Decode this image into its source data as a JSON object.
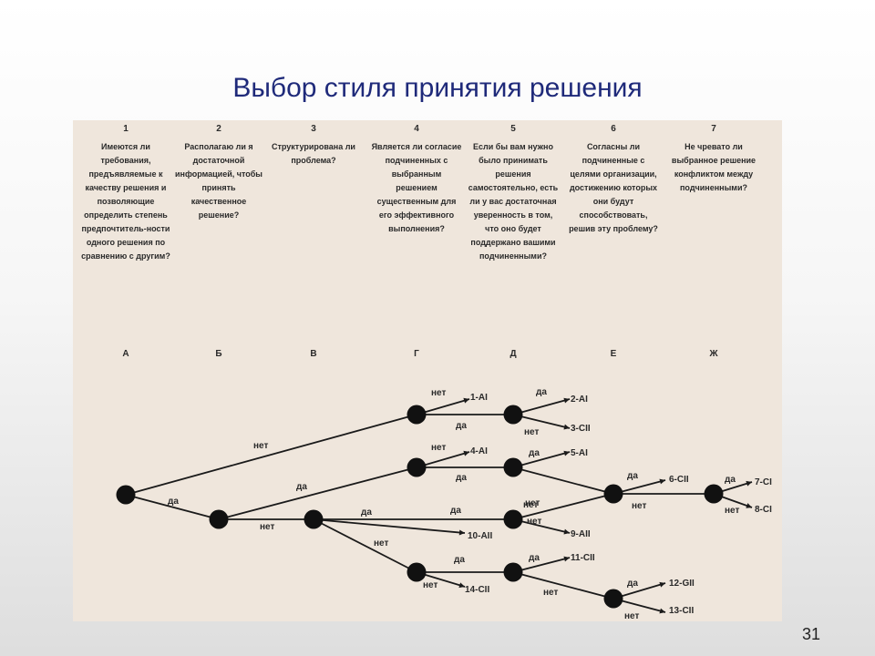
{
  "title": "Выбор стиля принятия решения",
  "slide_number": "31",
  "questions": [
    {
      "num": "1",
      "text": "Имеются ли требования, предъявляемые к качеству решения и позволяющие определить степень предпочтитель-ности одного решения по сравнению с другим?"
    },
    {
      "num": "2",
      "text": "Располагаю ли я достаточной информацией, чтобы принять качественное решение?"
    },
    {
      "num": "3",
      "text": "Структурирована ли проблема?"
    },
    {
      "num": "4",
      "text": "Является ли согласие подчиненных с выбранным решением существенным для его эффективного выполнения?"
    },
    {
      "num": "5",
      "text": "Если бы вам нужно было принимать решения самостоятельно, есть ли у вас достаточная уверенность в том, что оно будет поддержано вашими подчиненными?"
    },
    {
      "num": "6",
      "text": "Согласны ли подчиненные с целями организации, достижению которых они будут способствовать, решив эту проблему?"
    },
    {
      "num": "7",
      "text": "Не чревато ли выбранное решение конфликтом между подчиненными?"
    }
  ],
  "columns": [
    "А",
    "Б",
    "В",
    "Г",
    "Д",
    "Е",
    "Ж"
  ],
  "nodes": [
    {
      "id": "A"
    },
    {
      "id": "B"
    },
    {
      "id": "C"
    },
    {
      "id": "G1"
    },
    {
      "id": "G2"
    },
    {
      "id": "G3"
    },
    {
      "id": "D1"
    },
    {
      "id": "D2"
    },
    {
      "id": "D3"
    },
    {
      "id": "D4"
    },
    {
      "id": "E1"
    },
    {
      "id": "E2"
    },
    {
      "id": "F1"
    }
  ],
  "edges": [
    {
      "from": "A",
      "to": "G1",
      "label": "нет"
    },
    {
      "from": "A",
      "to": "B",
      "label": "да"
    },
    {
      "from": "B",
      "to": "G2",
      "label": "да"
    },
    {
      "from": "B",
      "to": "C",
      "label": "нет"
    },
    {
      "from": "G1",
      "to": "D1",
      "label": "да"
    },
    {
      "from": "G1",
      "leaf": "1-AI",
      "label": "нет"
    },
    {
      "from": "D1",
      "leaf": "2-AI",
      "label": "да"
    },
    {
      "from": "D1",
      "leaf": "3-CII",
      "label": "нет"
    },
    {
      "from": "G2",
      "to": "D2",
      "label": "да"
    },
    {
      "from": "G2",
      "leaf": "4-AI",
      "label": "нет"
    },
    {
      "from": "D2",
      "leaf": "5-AI",
      "label": "да"
    },
    {
      "from": "D2",
      "to": "E1",
      "label": "нет"
    },
    {
      "from": "C",
      "to": "D3",
      "label": "да"
    },
    {
      "from": "C",
      "to": "G3",
      "label": "нет"
    },
    {
      "from": "D3",
      "to": "E1",
      "label": "нет"
    },
    {
      "from": "D3",
      "leaf": "9-AII",
      "label": "нет"
    },
    {
      "from": "C",
      "leaf": "10-AII",
      "label": "да"
    },
    {
      "from": "G3",
      "to": "D4",
      "label": "да"
    },
    {
      "from": "G3",
      "leaf": "14-CII",
      "label": "нет"
    },
    {
      "from": "D4",
      "leaf": "11-CII",
      "label": "да"
    },
    {
      "from": "D4",
      "to": "E2",
      "label": "нет"
    },
    {
      "from": "E2",
      "leaf": "12-GII",
      "label": "да"
    },
    {
      "from": "E2",
      "leaf": "13-CII",
      "label": "нет"
    },
    {
      "from": "E1",
      "leaf": "6-CII",
      "label": "да"
    },
    {
      "from": "E1",
      "to": "F1",
      "label": "нет"
    },
    {
      "from": "F1",
      "leaf": "7-CI",
      "label": "да"
    },
    {
      "from": "F1",
      "leaf": "8-CI",
      "label": "нет"
    }
  ],
  "colors": {
    "title": "#1f2a7a",
    "panel": "#efe6dc",
    "node": "#111111",
    "line": "#1a1a1a"
  }
}
